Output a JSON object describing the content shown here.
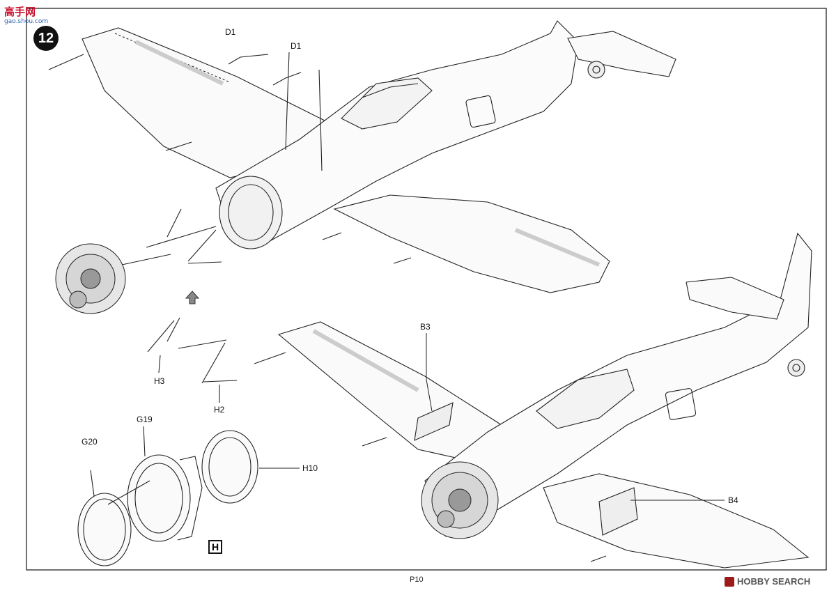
{
  "step": {
    "number": "12"
  },
  "sprue_badge": "H",
  "page_number": "P10",
  "site_logo": "高手网",
  "site_url": "gao.shou.com",
  "watermark": "HOBBY SEARCH",
  "callouts": {
    "d1_top": "D1",
    "d1_bottom": "D1",
    "h3": "H3",
    "h2": "H2",
    "g19": "G19",
    "g20": "G20",
    "h10": "H10",
    "b3": "B3",
    "b4": "B4"
  },
  "colors": {
    "ink": "#111111",
    "paper": "#ffffff",
    "logo_red": "#c8102e"
  },
  "icons": [
    "arrow-up-icon",
    "hobby-search-mark-icon"
  ]
}
